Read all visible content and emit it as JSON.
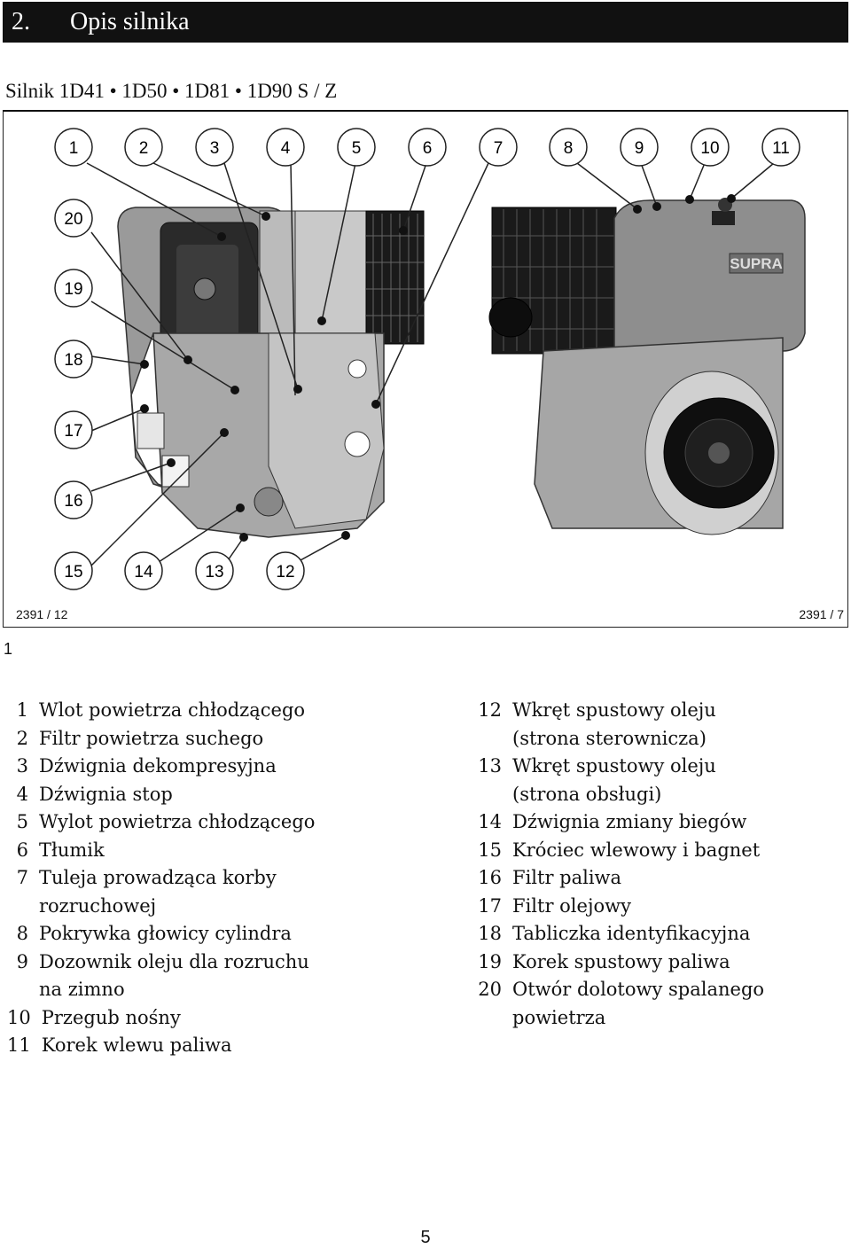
{
  "header": {
    "number": "2.",
    "title": "Opis silnika"
  },
  "subtitle": "Silnik 1D41 • 1D50 • 1D81 • 1D90 S / Z",
  "figure": {
    "callouts": [
      "1",
      "2",
      "3",
      "4",
      "5",
      "6",
      "7",
      "8",
      "9",
      "10",
      "11",
      "20",
      "19",
      "18",
      "17",
      "16",
      "15",
      "14",
      "13",
      "12"
    ],
    "ref_left": "2391 / 12",
    "ref_right": "2391 / 7",
    "brand_label": "SUPRA",
    "figure_number": "1"
  },
  "legend_left": [
    {
      "n": "1",
      "t": "Wlot powietrza chłodzącego"
    },
    {
      "n": "2",
      "t": "Filtr powietrza suchego"
    },
    {
      "n": "3",
      "t": "Dźwignia dekompresyjna"
    },
    {
      "n": "4",
      "t": "Dźwignia stop"
    },
    {
      "n": "5",
      "t": "Wylot powietrza chłodzącego"
    },
    {
      "n": "6",
      "t": "Tłumik"
    },
    {
      "n": "7",
      "t": "Tuleja prowadząca korby\nrozruchowej"
    },
    {
      "n": "8",
      "t": "Pokrywka głowicy cylindra"
    },
    {
      "n": "9",
      "t": "Dozownik oleju dla rozruchu\nna zimno"
    },
    {
      "n": "10",
      "t": "Przegub nośny"
    },
    {
      "n": "11",
      "t": "Korek wlewu paliwa"
    }
  ],
  "legend_right": [
    {
      "n": "12",
      "t": "Wkręt spustowy oleju\n(strona sterownicza)"
    },
    {
      "n": "13",
      "t": "Wkręt spustowy oleju\n(strona obsługi)"
    },
    {
      "n": "14",
      "t": "Dźwignia zmiany biegów"
    },
    {
      "n": "15",
      "t": "Króciec wlewowy i bagnet"
    },
    {
      "n": "16",
      "t": "Filtr paliwa"
    },
    {
      "n": "17",
      "t": "Filtr olejowy"
    },
    {
      "n": "18",
      "t": "Tabliczka identyfikacyjna"
    },
    {
      "n": "19",
      "t": "Korek spustowy paliwa"
    },
    {
      "n": "20",
      "t": "Otwór dolotowy spalanego\npowietrza"
    }
  ],
  "page_number": "5"
}
